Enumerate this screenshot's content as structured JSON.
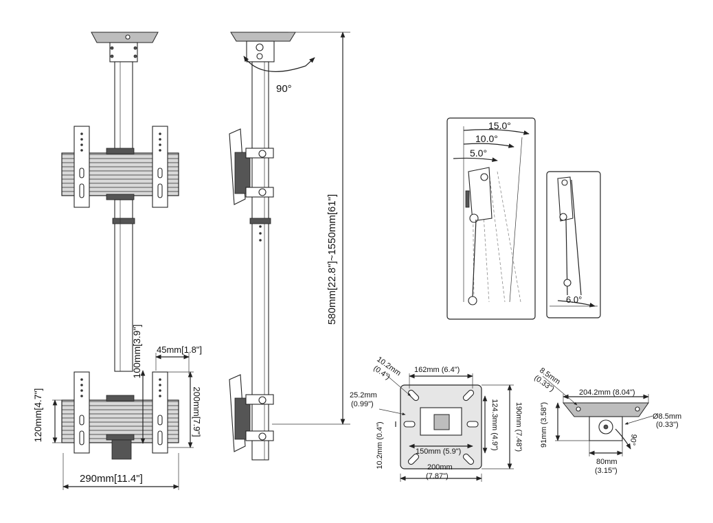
{
  "labels": {
    "rotate_angle": "90°",
    "height_range": "580mm[22.8\"]~1550mm[61\"]",
    "pole_offset": "100mm[3.9\"]",
    "bracket_depth": "45mm[1.8\"]",
    "rail_span": "200mm[7.9\"]",
    "panel_height": "120mm[4.7\"]",
    "total_width": "290mm[11.4\"]"
  },
  "tilt": {
    "angles": [
      "15.0°",
      "10.0°",
      "5.0°"
    ],
    "inset_angle": "6.0°"
  },
  "plate": {
    "slot_w_1": "10.2mm",
    "slot_w_2": "(0.4\")",
    "top_width": "162mm (6.4\")",
    "offset_1": "25.2mm",
    "offset_2": "(0.99\")",
    "inner_height": "124.3mm (4.9\")",
    "outer_height": "190mm (7.48\")",
    "hole_spacing": "150mm (5.9\")",
    "slot_h": "10.2mm (0.4\")",
    "width_1": "200mm",
    "width_2": "(7.87\")"
  },
  "ceiling": {
    "hole_1": "8.5mm",
    "hole_2": "(0.33\")",
    "plate_width": "204.2mm (8.04\")",
    "height": "91mm (3.58\")",
    "diameter_1": "Ø8.5mm",
    "diameter_2": "(0.33\")",
    "angle": "90°",
    "spacing_1": "80mm",
    "spacing_2": "(3.15\")"
  }
}
